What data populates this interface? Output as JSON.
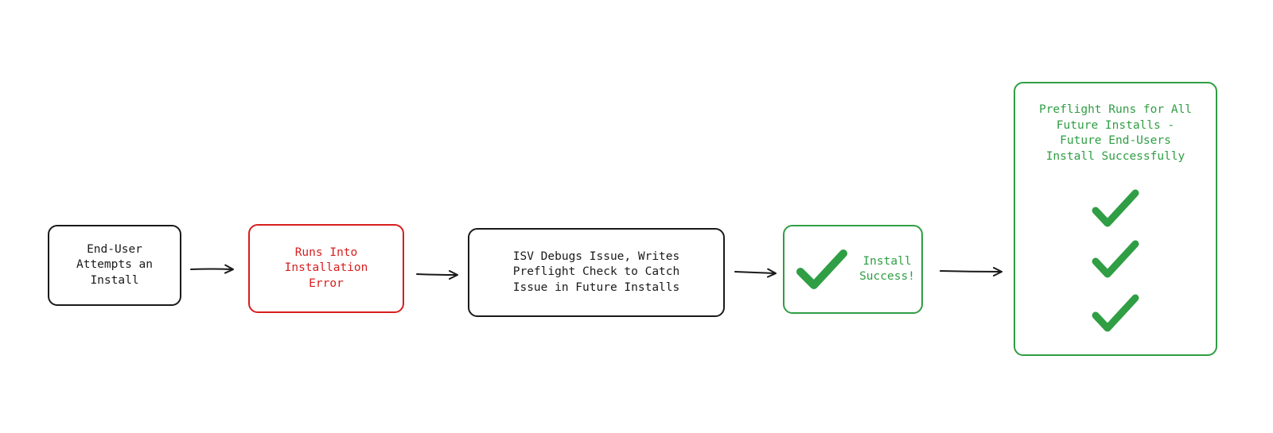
{
  "diagram": {
    "nodes": [
      {
        "id": "end-user",
        "label": "End-User\nAttempts an\nInstall",
        "style": "default"
      },
      {
        "id": "error",
        "label": "Runs Into\nInstallation\nError",
        "style": "red"
      },
      {
        "id": "isv",
        "label": "ISV Debugs Issue, Writes\nPreflight Check to Catch\nIssue in Future Installs",
        "style": "default"
      },
      {
        "id": "success",
        "label": "Install\nSuccess!",
        "style": "green",
        "icon": "checkmark-icon"
      },
      {
        "id": "preflight",
        "label": "Preflight Runs for All\nFuture Installs -\nFuture End-Users\nInstall Successfully",
        "style": "green",
        "icon": "checkmark-icon",
        "icon_count": 3
      }
    ],
    "edges": [
      {
        "from": "end-user",
        "to": "error"
      },
      {
        "from": "error",
        "to": "isv"
      },
      {
        "from": "isv",
        "to": "success"
      },
      {
        "from": "success",
        "to": "preflight"
      }
    ],
    "colors": {
      "default": "#1a1a1a",
      "error": "#d71e1e",
      "success": "#2f9e44"
    }
  }
}
